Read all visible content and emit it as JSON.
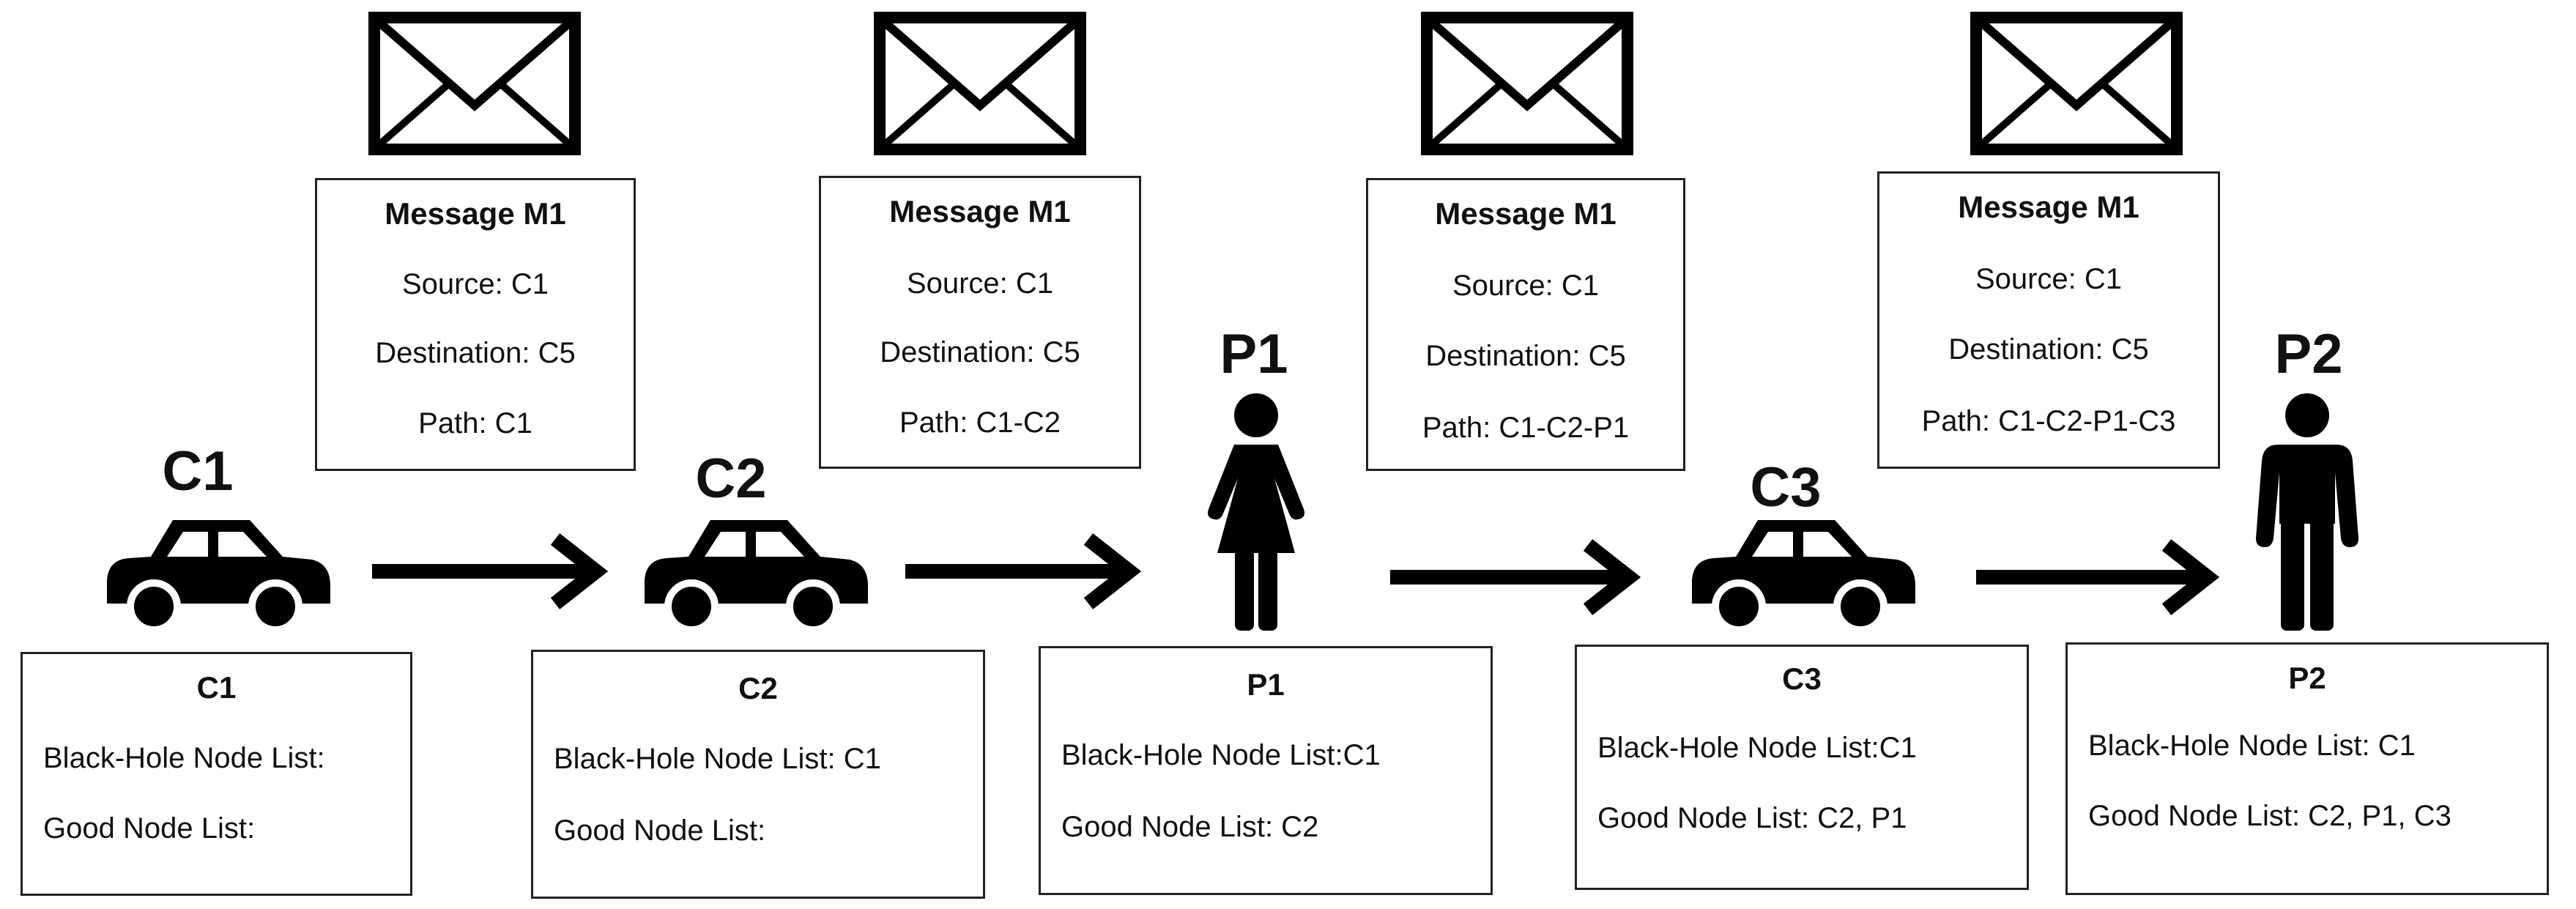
{
  "messages": [
    {
      "title": "Message M1",
      "source": "Source: C1",
      "destination": "Destination: C5",
      "path": "Path: C1"
    },
    {
      "title": "Message M1",
      "source": "Source: C1",
      "destination": "Destination: C5",
      "path": "Path: C1-C2"
    },
    {
      "title": "Message M1",
      "source": "Source: C1",
      "destination": "Destination: C5",
      "path": "Path: C1-C2-P1"
    },
    {
      "title": "Message M1",
      "source": "Source: C1",
      "destination": "Destination: C5",
      "path": "Path: C1-C2-P1-C3"
    }
  ],
  "nodes": [
    {
      "label": "C1",
      "kind": "car",
      "box_title": "C1",
      "black_hole": "Black-Hole Node List:",
      "good": "Good Node List:"
    },
    {
      "label": "C2",
      "kind": "car",
      "box_title": "C2",
      "black_hole": "Black-Hole Node List: C1",
      "good": "Good Node List:"
    },
    {
      "label": "P1",
      "kind": "person-female",
      "box_title": "P1",
      "black_hole": "Black-Hole Node List:C1",
      "good": "Good Node List: C2"
    },
    {
      "label": "C3",
      "kind": "car",
      "box_title": "C3",
      "black_hole": "Black-Hole Node List:C1",
      "good": "Good Node List: C2, P1"
    },
    {
      "label": "P2",
      "kind": "person-male",
      "box_title": "P2",
      "black_hole": "Black-Hole Node List: C1",
      "good": "Good Node List: C2, P1, C3"
    }
  ],
  "icons": {
    "message": "envelope-icon",
    "car": "car-icon",
    "person": "person-icon",
    "arrow": "right-arrow-icon"
  },
  "colors": {
    "ink": "#000000",
    "border": "#222222",
    "background": "#ffffff"
  }
}
